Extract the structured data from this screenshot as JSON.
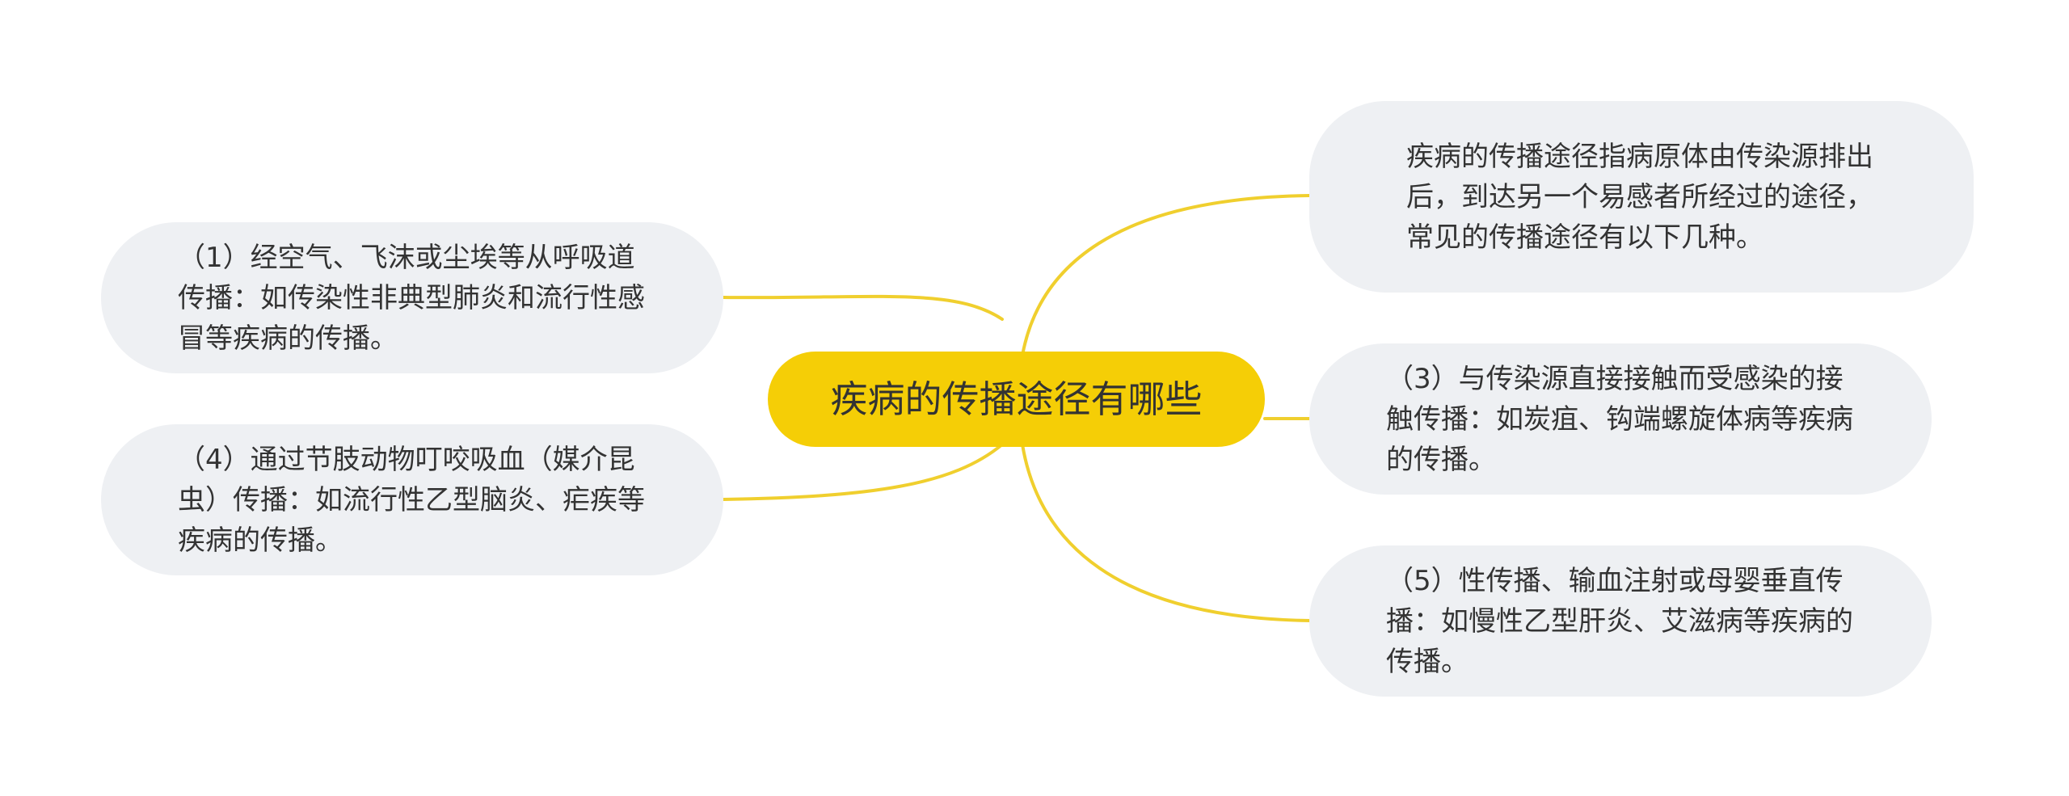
{
  "colors": {
    "center_fill": "#F5CE06",
    "branch_fill": "#EEF0F3",
    "connector": "#F0CF2E",
    "text": "#333333"
  },
  "center": {
    "label": "疾病的传播途径有哪些"
  },
  "branches": {
    "left_1": {
      "label": "（1）经空气、飞沫或尘埃等从呼吸道传播：如传染性非典型肺炎和流行性感冒等疾病的传播。"
    },
    "left_2": {
      "label": "（4）通过节肢动物叮咬吸血（媒介昆虫）传播：如流行性乙型脑炎、疟疾等疾病的传播。"
    },
    "right_1": {
      "label": "疾病的传播途径指病原体由传染源排出后，到达另一个易感者所经过的途径，常见的传播途径有以下几种。"
    },
    "right_2": {
      "label": "（3）与传染源直接接触而受感染的接触传播：如炭疽、钩端螺旋体病等疾病的传播。"
    },
    "right_3": {
      "label": "（5）性传播、输血注射或母婴垂直传播：如慢性乙型肝炎、艾滋病等疾病的传播。"
    }
  }
}
